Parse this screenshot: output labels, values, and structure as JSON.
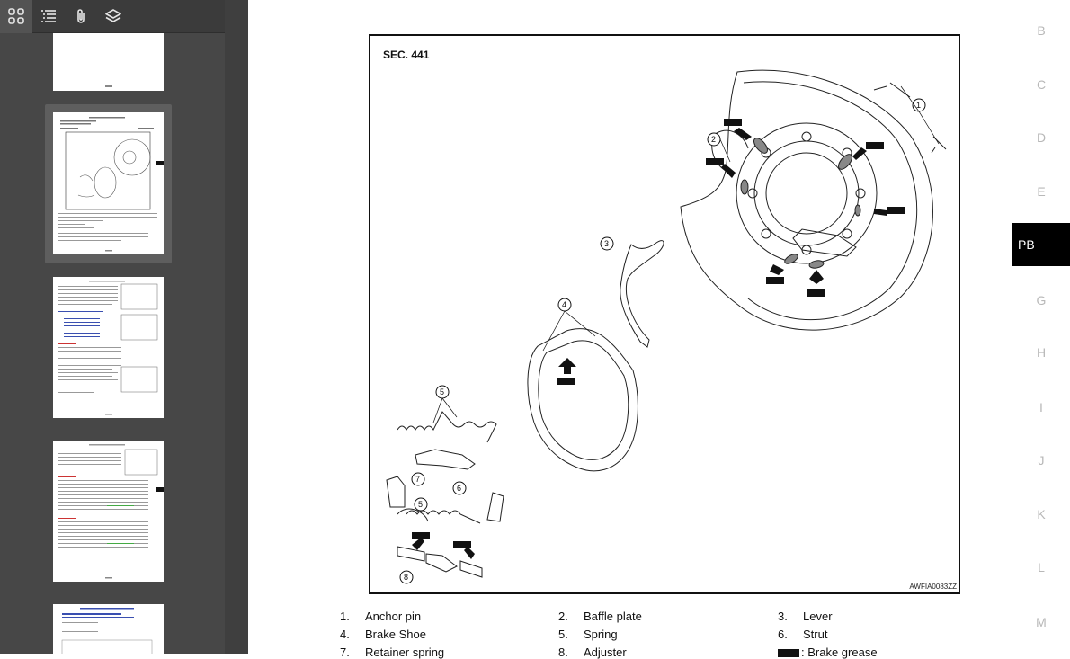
{
  "toolbar": {
    "icons": [
      "thumbnails-icon",
      "outline-icon",
      "attachments-icon",
      "layers-icon"
    ]
  },
  "figure": {
    "section": "SEC. 441",
    "code": "AWFIA0083ZZ",
    "callouts": [
      "1",
      "2",
      "3",
      "4",
      "5",
      "5",
      "6",
      "7",
      "8"
    ]
  },
  "legend": [
    {
      "num": "1.",
      "label": "Anchor pin"
    },
    {
      "num": "2.",
      "label": "Baffle plate"
    },
    {
      "num": "3.",
      "label": "Lever"
    },
    {
      "num": "4.",
      "label": "Brake Shoe"
    },
    {
      "num": "5.",
      "label": "Spring"
    },
    {
      "num": "6.",
      "label": "Strut"
    },
    {
      "num": "7.",
      "label": "Retainer spring"
    },
    {
      "num": "8.",
      "label": "Adjuster"
    },
    {
      "num": "",
      "label": ": Brake grease"
    }
  ],
  "index": {
    "items": [
      "B",
      "C",
      "D",
      "E",
      "PB",
      "G",
      "H",
      "I",
      "J",
      "K",
      "L",
      "M"
    ],
    "active": "PB"
  },
  "colors": {
    "panel": "#474747",
    "toolbar": "#3b3b3b",
    "active_tab": "#000000"
  }
}
